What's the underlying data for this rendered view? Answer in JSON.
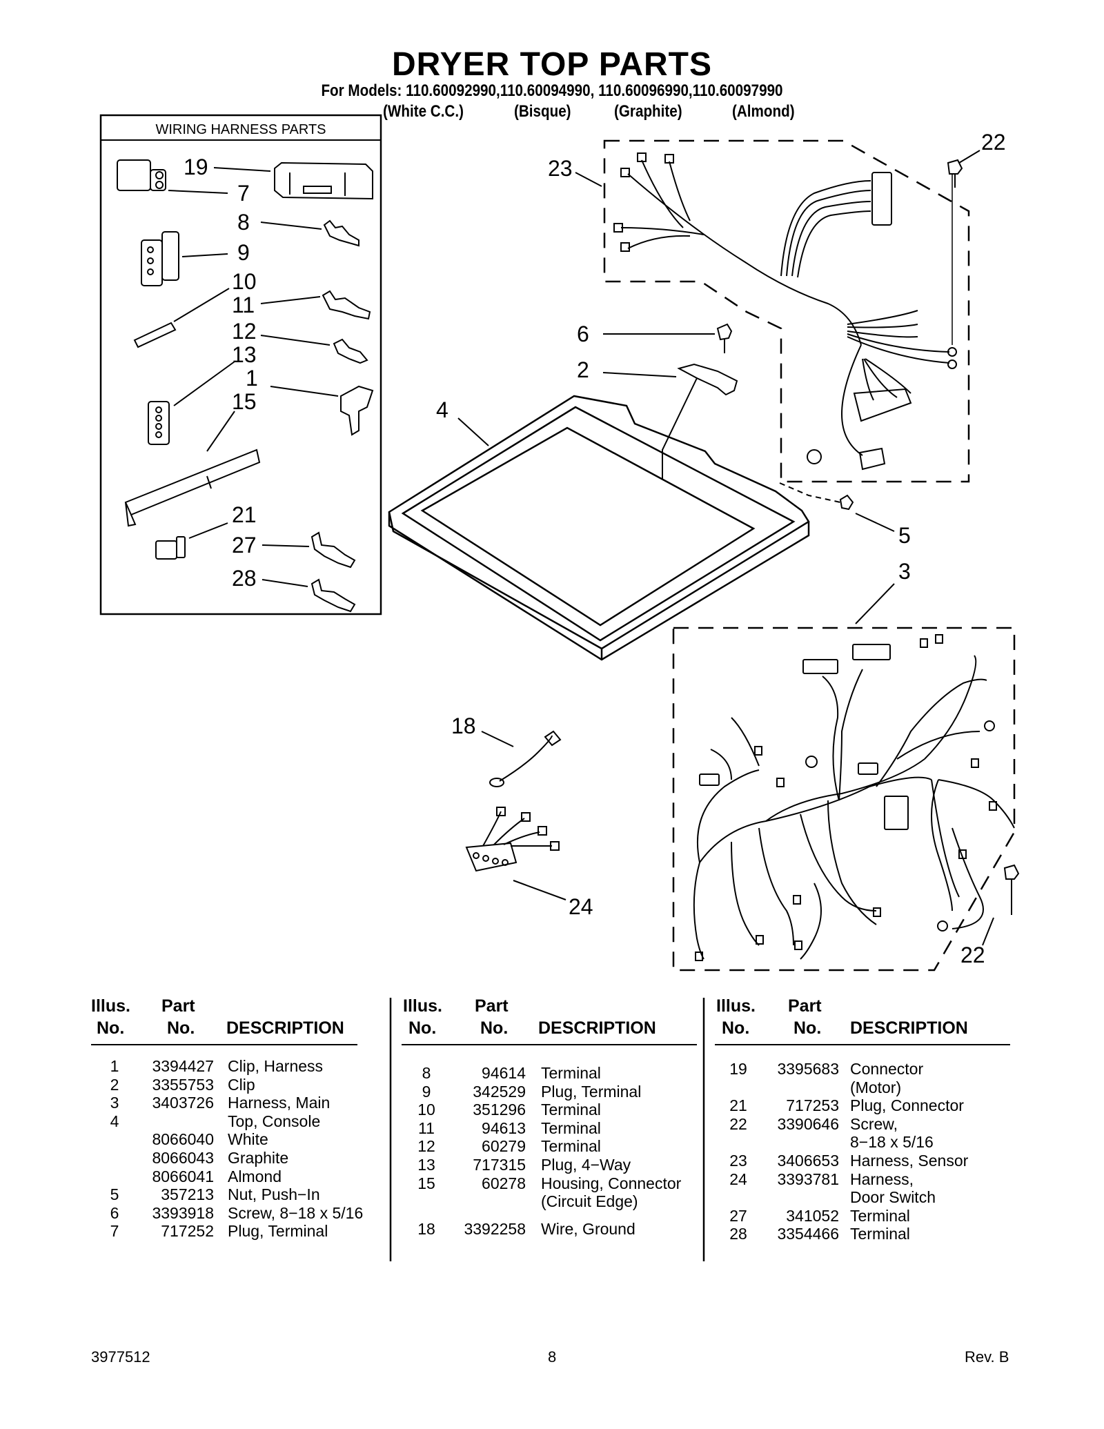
{
  "header": {
    "title": "DRYER TOP PARTS",
    "models": "For Models: 110.60092990,110.60094990, 110.60096990,110.60097990",
    "colors": [
      "(White C.C.)",
      "(Bisque)",
      "(Graphite)",
      "(Almond)"
    ]
  },
  "diagram": {
    "inset_title": "WIRING HARNESS PARTS",
    "inset_labels": [
      "19",
      "7",
      "8",
      "9",
      "10",
      "11",
      "12",
      "13",
      "1",
      "15",
      "21",
      "27",
      "28"
    ],
    "main_labels": [
      "23",
      "22",
      "6",
      "2",
      "4",
      "5",
      "3",
      "18",
      "24",
      "22"
    ]
  },
  "table": {
    "headers": {
      "illus": "Illus.",
      "no": "No.",
      "part": "Part",
      "part_no": "No.",
      "desc": "DESCRIPTION"
    },
    "columns": [
      [
        {
          "no": "1",
          "part": "3394427",
          "desc": "Clip, Harness"
        },
        {
          "no": "2",
          "part": "3355753",
          "desc": "Clip"
        },
        {
          "no": "3",
          "part": "3403726",
          "desc": "Harness, Main"
        },
        {
          "no": "4",
          "part": "",
          "desc": "Top, Console"
        },
        {
          "no": "",
          "part": "8066040",
          "desc": "White"
        },
        {
          "no": "",
          "part": "8066043",
          "desc": "Graphite"
        },
        {
          "no": "",
          "part": "8066041",
          "desc": "Almond"
        },
        {
          "no": "5",
          "part": "357213",
          "desc": "Nut, Push−In"
        },
        {
          "no": "6",
          "part": "3393918",
          "desc": "Screw, 8−18 x 5/16"
        },
        {
          "no": "7",
          "part": "717252",
          "desc": "Plug, Terminal"
        }
      ],
      [
        {
          "no": "8",
          "part": "94614",
          "desc": "Terminal"
        },
        {
          "no": "9",
          "part": "342529",
          "desc": "Plug, Terminal"
        },
        {
          "no": "10",
          "part": "351296",
          "desc": "Terminal"
        },
        {
          "no": "11",
          "part": "94613",
          "desc": "Terminal"
        },
        {
          "no": "12",
          "part": "60279",
          "desc": "Terminal"
        },
        {
          "no": "13",
          "part": "717315",
          "desc": "Plug, 4−Way"
        },
        {
          "no": "15",
          "part": "60278",
          "desc": "Housing, Connector"
        },
        {
          "no": "",
          "part": "",
          "desc": "(Circuit Edge)"
        },
        {
          "no": "18",
          "part": "3392258",
          "desc": "Wire, Ground"
        }
      ],
      [
        {
          "no": "19",
          "part": "3395683",
          "desc": "Connector"
        },
        {
          "no": "",
          "part": "",
          "desc": "(Motor)"
        },
        {
          "no": "21",
          "part": "717253",
          "desc": "Plug, Connector"
        },
        {
          "no": "22",
          "part": "3390646",
          "desc": "Screw,"
        },
        {
          "no": "",
          "part": "",
          "desc": "8−18 x 5/16"
        },
        {
          "no": "23",
          "part": "3406653",
          "desc": "Harness, Sensor"
        },
        {
          "no": "24",
          "part": "3393781",
          "desc": "Harness,"
        },
        {
          "no": "",
          "part": "",
          "desc": "Door Switch"
        },
        {
          "no": "27",
          "part": "341052",
          "desc": "Terminal"
        },
        {
          "no": "28",
          "part": "3354466",
          "desc": "Terminal"
        }
      ]
    ]
  },
  "footer": {
    "doc_number": "3977512",
    "page": "8",
    "revision": "Rev. B"
  }
}
